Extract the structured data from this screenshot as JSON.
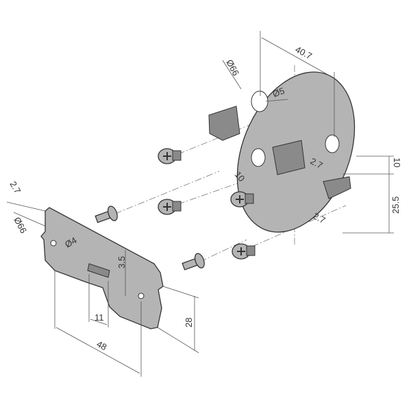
{
  "drawing": {
    "round_plate_labels": {
      "width": "40.7",
      "diameter": "Ø66",
      "hole": "Ø5",
      "slot_a": "2.7",
      "offset": "10",
      "height_top": "10",
      "height_main": "25.5",
      "slot_b": "2.7"
    },
    "flat_plate_labels": {
      "thickness": "2.7",
      "diameter": "Ø66",
      "hole": "Ø4",
      "slot": "3.5",
      "slot_width": "11",
      "length": "48",
      "height": "28"
    }
  }
}
